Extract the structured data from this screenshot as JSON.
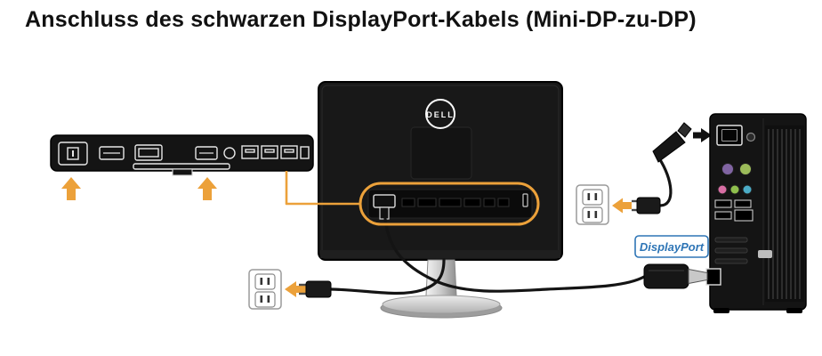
{
  "page": {
    "title": "Anschluss des schwarzen DisplayPort-Kabels (Mini-DP-zu-DP)"
  },
  "diagram": {
    "monitor": {
      "brand": "DELL"
    },
    "callouts": {
      "displayport_label": "DisplayPort"
    },
    "colors": {
      "accent_orange": "#ECA13A",
      "displayport_blue": "#2E75B6",
      "device_black": "#161616",
      "stand_silver": "#D9D9D9",
      "cable_black": "#141414"
    }
  }
}
